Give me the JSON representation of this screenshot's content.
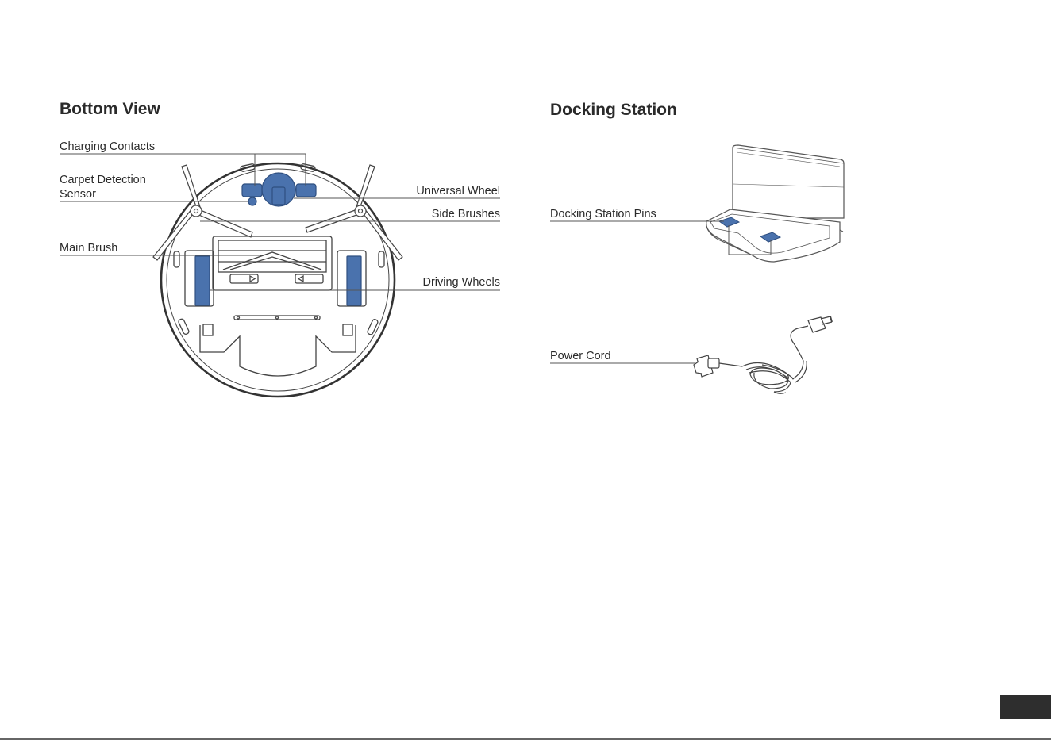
{
  "bottom_view": {
    "title": "Bottom View",
    "labels": {
      "charging_contacts": "Charging Contacts",
      "carpet_sensor_line1": "Carpet Detection",
      "carpet_sensor_line2": "Sensor",
      "main_brush": "Main Brush",
      "universal_wheel": "Universal Wheel",
      "side_brushes": "Side Brushes",
      "driving_wheels": "Driving Wheels"
    }
  },
  "docking_station": {
    "title": "Docking Station",
    "labels": {
      "pins": "Docking Station Pins",
      "power_cord": "Power Cord"
    }
  },
  "colors": {
    "accent_blue": "#4a72ad",
    "line": "#444444",
    "text": "#2a2a2a",
    "page_tab": "#2e2e2e"
  }
}
